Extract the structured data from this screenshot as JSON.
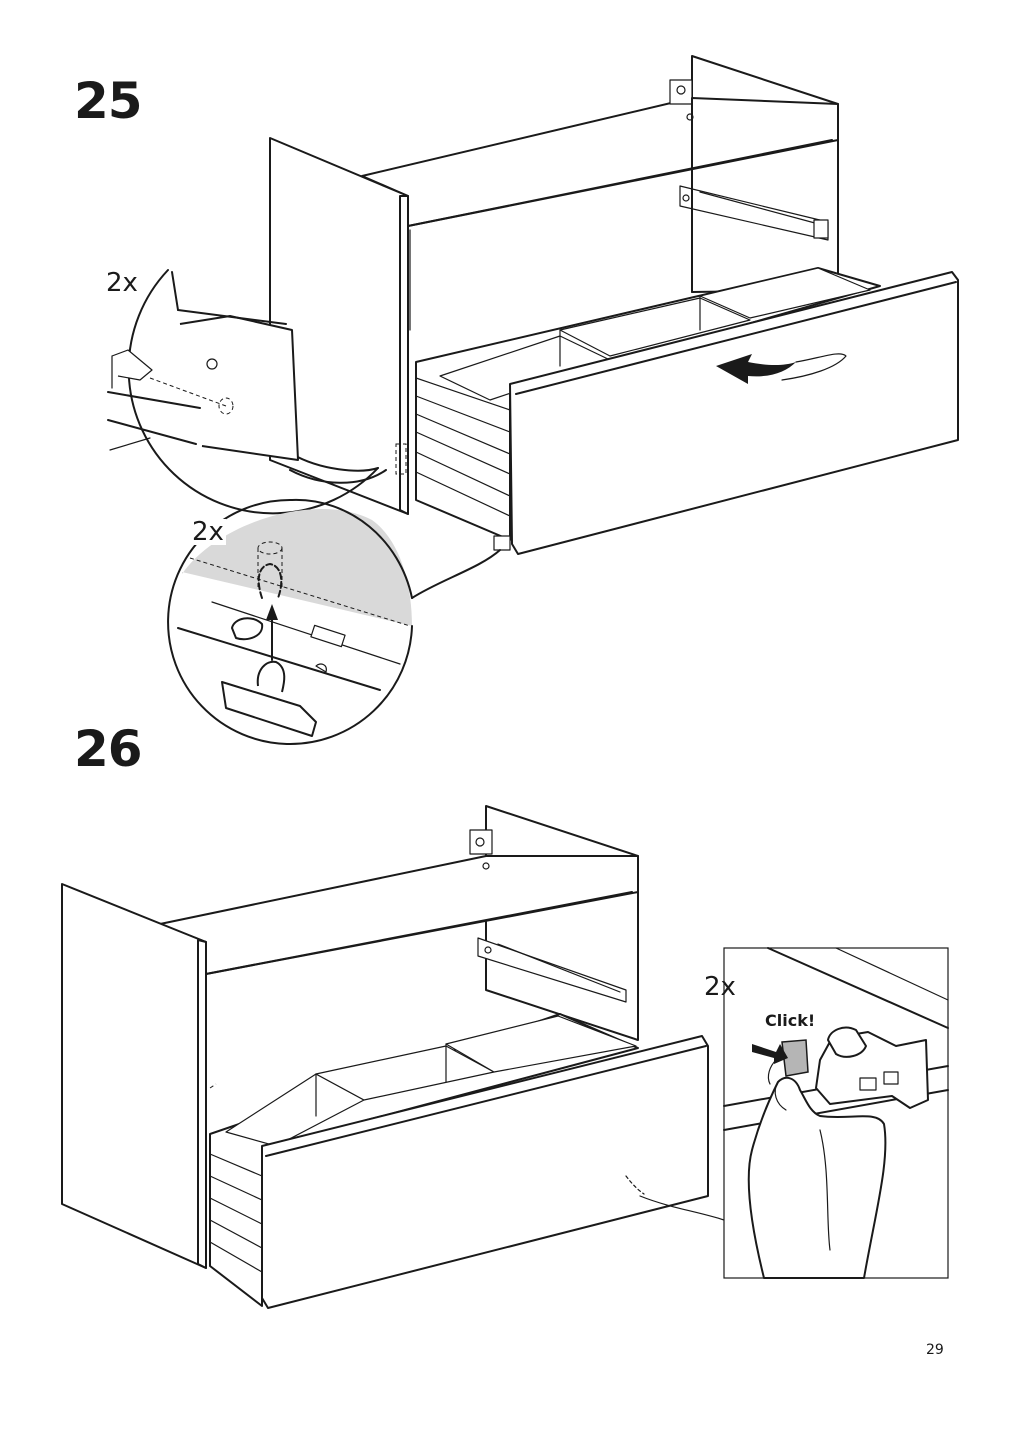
{
  "page": {
    "page_number": "29"
  },
  "steps": [
    {
      "number": "25",
      "detail_quantities": [
        "2x",
        "2x"
      ]
    },
    {
      "number": "26",
      "detail_quantities": [
        "2x"
      ],
      "detail_label": "Click!"
    }
  ]
}
